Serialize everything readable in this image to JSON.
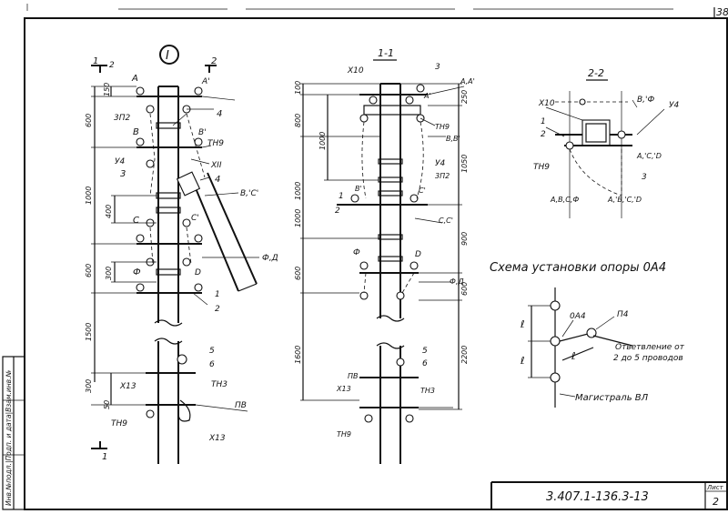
{
  "sheet": {
    "corner_number": "38",
    "stamp_text": "Инв.№подл.|Подп. и дата|Взам.инв.№",
    "designation": "3.407.1-136.3-13",
    "sheet_label": "Лист",
    "sheet_number": "2"
  },
  "view_main": {
    "circle_label": "I",
    "section_mark": "1",
    "section_mark2": "2",
    "dims": [
      "150",
      "600",
      "1000",
      "400",
      "600",
      "300",
      "1500",
      "300",
      "50"
    ],
    "labels": [
      "A",
      "A'",
      "4",
      "3П2",
      "B",
      "B'",
      "ТН9",
      "У4",
      "3",
      "ХII",
      "4",
      "B,'C'",
      "C",
      "C'",
      "Ф",
      "D",
      "1",
      "2",
      "Ф,Д",
      "5",
      "6",
      "Х13",
      "ТН3",
      "ПВ",
      "ТН9",
      "Х13"
    ]
  },
  "view_11": {
    "title": "1-1",
    "dims_left": [
      "100",
      "800",
      "1000",
      "1000",
      "600",
      "1600"
    ],
    "dims_right": [
      "250",
      "1050",
      "900",
      "600",
      "2200"
    ],
    "dim_1000": "1000",
    "labels": [
      "Х10",
      "3",
      "A,A'",
      "A'",
      "ТН9",
      "B,B'",
      "У4",
      "3П2",
      "B'",
      "C'",
      "1",
      "2",
      "C,C'",
      "Ф",
      "D",
      "Ф,Д",
      "5",
      "6",
      "ПВ",
      "Х13",
      "ТН3",
      "ТН9"
    ]
  },
  "view_22": {
    "title": "2-2",
    "labels": [
      "Х10",
      "B,'Ф",
      "У4",
      "1",
      "2",
      "ТН9",
      "A,'C,'D",
      "3",
      "A,B,C,Ф",
      "A,'B,'C,'D"
    ]
  },
  "scheme": {
    "title": "Схема установки опоры 0А4",
    "node_label": "0А4",
    "branch_node_label": "П4",
    "dim_label": "ℓ",
    "branch_note_1": "Ответвление от",
    "branch_note_2": "2 до 5 проводов",
    "main_label": "Магистраль ВЛ"
  }
}
